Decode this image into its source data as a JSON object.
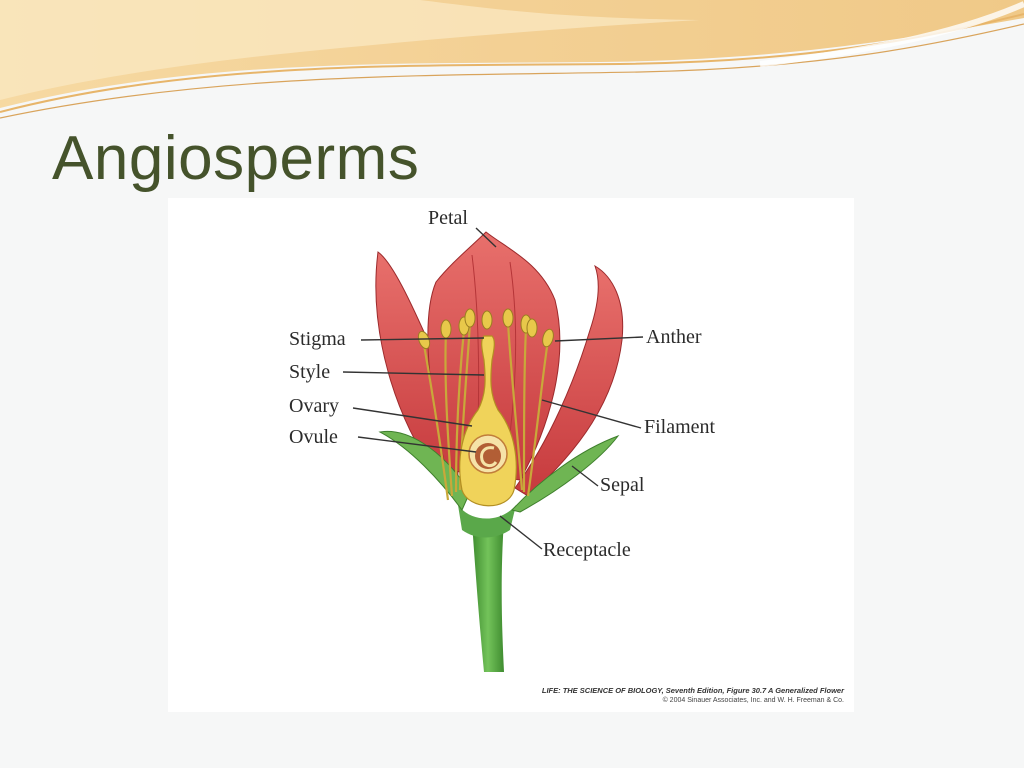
{
  "slide": {
    "title": "Angiosperms"
  },
  "diagram": {
    "labels": {
      "petal": "Petal",
      "stigma": "Stigma",
      "style": "Style",
      "ovary": "Ovary",
      "ovule": "Ovule",
      "anther": "Anther",
      "filament": "Filament",
      "sepal": "Sepal",
      "receptacle": "Receptacle"
    },
    "credit_line_1": "LIFE: THE SCIENCE OF BIOLOGY, Seventh Edition, Figure 30.7 A Generalized Flower",
    "credit_line_2": "© 2004 Sinauer Associates, Inc. and W. H. Freeman & Co."
  },
  "colors": {
    "title": "#45532b",
    "petal": "#d9484a",
    "stem": "#4e9e3c",
    "pistil": "#f0d35a",
    "anther": "#e8c84a"
  }
}
